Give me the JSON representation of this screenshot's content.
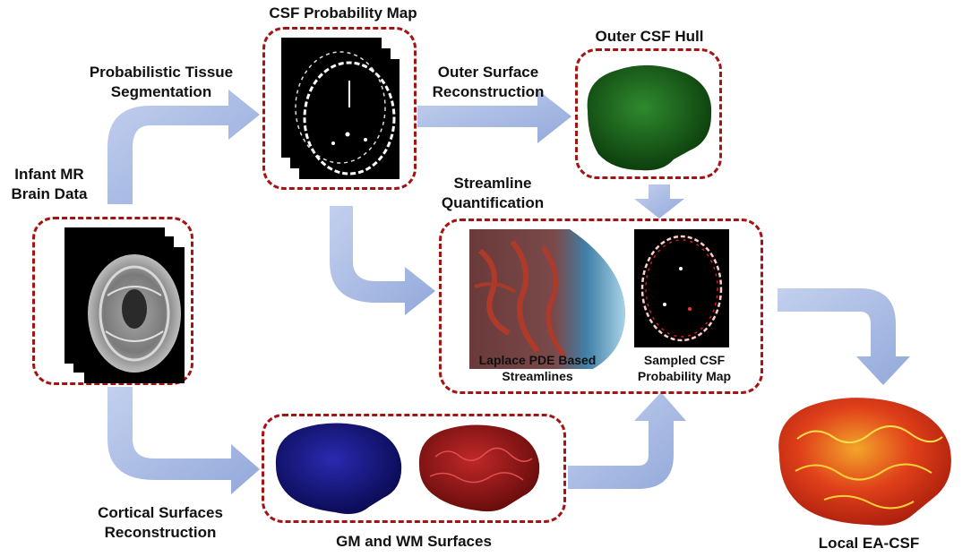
{
  "labels": {
    "csf_probability_map": "CSF Probability Map",
    "outer_csf_hull": "Outer CSF Hull",
    "probabilistic_tissue_segmentation_line1": "Probabilistic Tissue",
    "probabilistic_tissue_segmentation_line2": "Segmentation",
    "outer_surface_reconstruction_line1": "Outer Surface",
    "outer_surface_reconstruction_line2": "Reconstruction",
    "infant_mr_brain_data_line1": "Infant MR",
    "infant_mr_brain_data_line2": "Brain Data",
    "streamline_quantification_line1": "Streamline",
    "streamline_quantification_line2": "Quantification",
    "laplace_pde_line1": "Laplace PDE Based",
    "laplace_pde_line2": "Streamlines",
    "sampled_csf_line1": "Sampled CSF",
    "sampled_csf_line2": "Probability Map",
    "cortical_surfaces_line1": "Cortical Surfaces",
    "cortical_surfaces_line2": "Reconstruction",
    "gm_wm_surfaces": "GM and WM Surfaces",
    "local_ea_csf": "Local EA-CSF"
  },
  "colors": {
    "arrow": "#a9bde3",
    "box_border": "#a31515",
    "csf_hull": "#1f6b1f",
    "gm_surface": "#1a1a8c",
    "wm_surface": "#9c1a1a",
    "ea_csf": "#e0401a"
  },
  "icons": [
    "mri-slice-stack-icon",
    "csf-map-stack-icon",
    "csf-hull-brain-icon",
    "streamlines-image-icon",
    "sampled-csf-map-icon",
    "gm-surface-brain-icon",
    "wm-surface-brain-icon",
    "ea-csf-brain-icon"
  ]
}
